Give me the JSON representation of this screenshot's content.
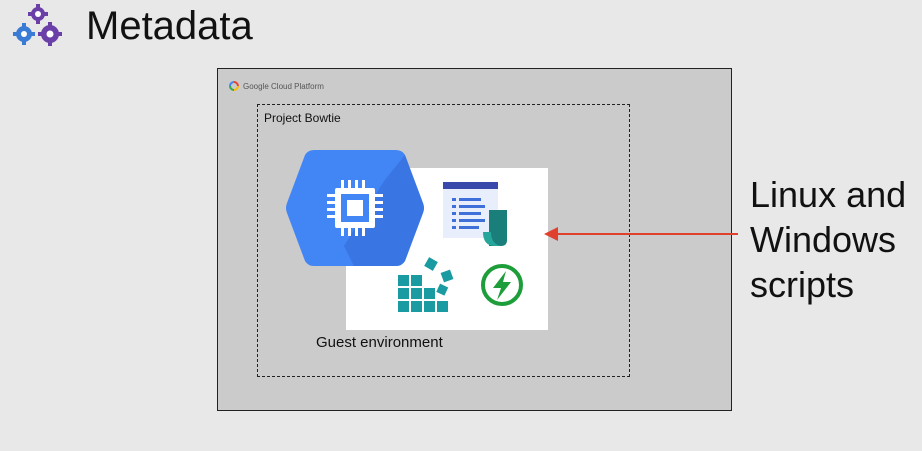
{
  "slide": {
    "title": "Metadata",
    "title_icon": "gears-icon"
  },
  "gcp": {
    "logo_text": "Google Cloud Platform",
    "logo_icon": "google-cloud-logo-icon"
  },
  "project": {
    "label": "Project Bowtie"
  },
  "guest": {
    "label": "Guest environment",
    "icons": [
      "compute-engine-icon",
      "document-icon",
      "blocks-icon",
      "cloud-functions-icon"
    ]
  },
  "callout": {
    "lines": [
      "Linux and",
      "Windows",
      "scripts"
    ]
  },
  "colors": {
    "background": "#e8e8e8",
    "gcp_frame": "#cbcbcb",
    "gce_blue": "#4285f4",
    "teal": "#1a9ba1",
    "arrow_red": "#e0412f",
    "gear_purple": "#6a3fa8",
    "gear_blue": "#3a7bd5"
  }
}
